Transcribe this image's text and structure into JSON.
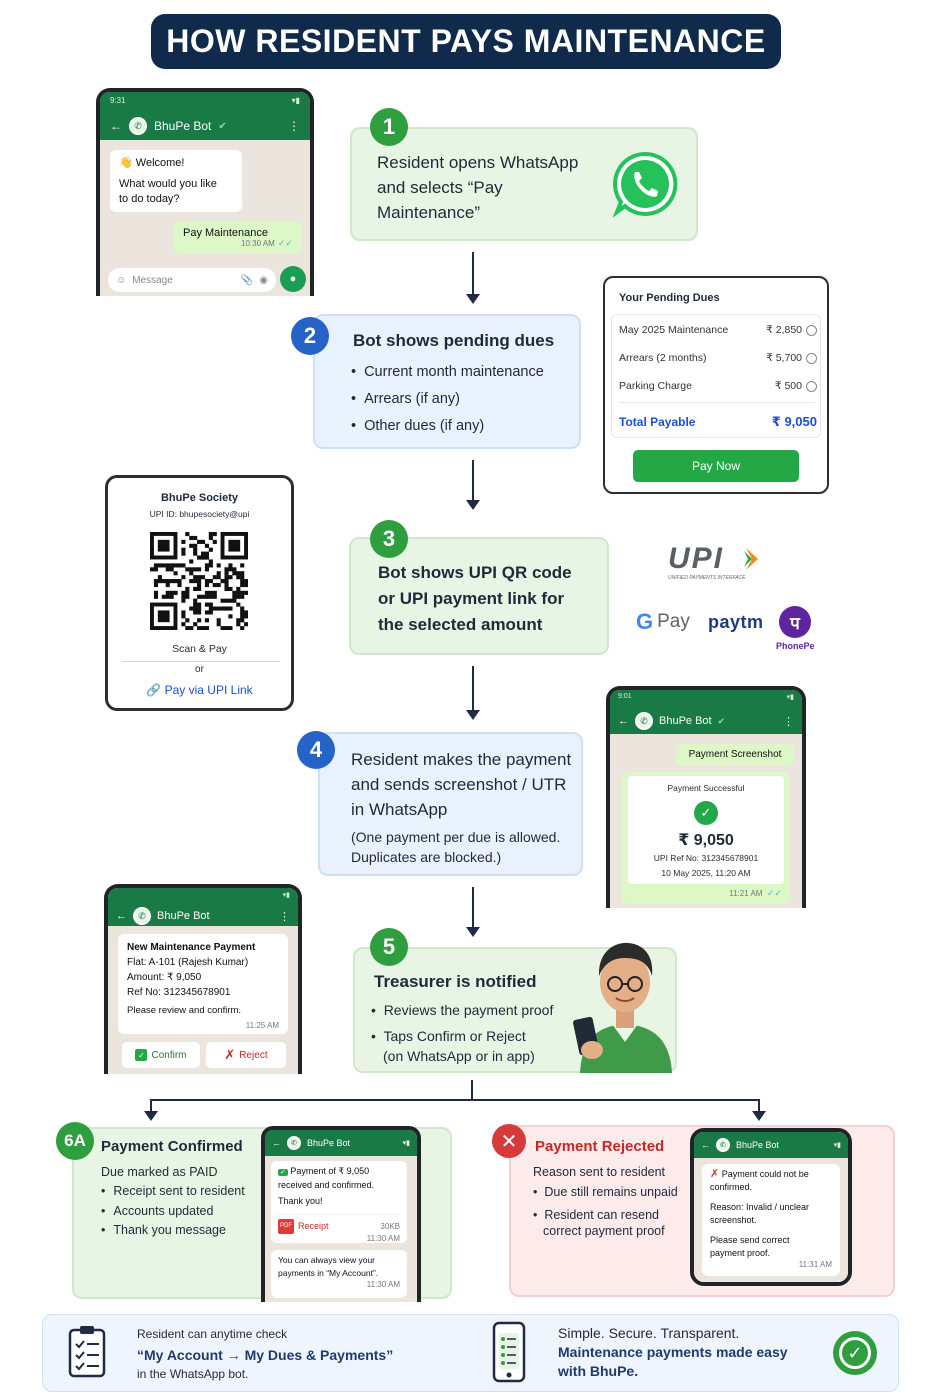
{
  "title": "HOW RESIDENT PAYS MAINTENANCE",
  "step1": {
    "number": "1",
    "line1": "Resident opens WhatsApp",
    "line2": "and selects “Pay",
    "line3": "Maintenance”"
  },
  "phone1": {
    "time": "9:31",
    "bot_name": "BhuPe Bot",
    "greeting": "Welcome!",
    "question_line1": "What would you like",
    "question_line2": "to do today?",
    "reply": "Pay Maintenance",
    "reply_time": "10:30 AM",
    "input_placeholder": "Message"
  },
  "step2": {
    "number": "2",
    "heading": "Bot shows pending dues",
    "items": [
      "Current month maintenance",
      "Arrears (if any)",
      "Other dues (if any)"
    ]
  },
  "dues": {
    "title": "Your Pending Dues",
    "rows": [
      {
        "label": "May 2025 Maintenance",
        "amount": "₹ 2,850"
      },
      {
        "label": "Arrears (2 months)",
        "amount": "₹ 5,700"
      },
      {
        "label": "Parking Charge",
        "amount": "₹ 500"
      }
    ],
    "total_label": "Total Payable",
    "total_amount": "₹ 9,050",
    "pay_button": "Pay Now"
  },
  "qr": {
    "society": "BhuPe Society",
    "upi_id": "UPI ID: bhupesociety@upi",
    "scan": "Scan & Pay",
    "or": "or",
    "link": "Pay via UPI Link"
  },
  "step3": {
    "number": "3",
    "line1": "Bot shows UPI QR code",
    "line2": "or UPI payment link for",
    "line3": "the selected amount"
  },
  "upi_logos": {
    "upi": "UPI",
    "upi_sub": "UNIFIED PAYMENTS INTERFACE",
    "gpay": "Pay",
    "paytm": "paytm",
    "phonepe": "PhonePe"
  },
  "step4": {
    "number": "4",
    "line1": "Resident makes the payment",
    "line2": "and sends screenshot / UTR",
    "line3": "in WhatsApp",
    "note1": "(One payment per due is allowed.",
    "note2": "Duplicates are blocked.)"
  },
  "phone2": {
    "time": "9:01",
    "bot_name": "BhuPe Bot",
    "label": "Payment Screenshot",
    "status": "Payment Successful",
    "amount": "₹ 9,050",
    "ref": "UPI Ref No: 312345678901",
    "date": "10 May 2025, 11:20 AM",
    "msg_time": "11:21 AM"
  },
  "phone3": {
    "bot_name": "BhuPe Bot",
    "heading": "New Maintenance Payment",
    "flat": "Flat: A-101 (Rajesh Kumar)",
    "amount": "Amount: ₹ 9,050",
    "ref": "Ref No: 312345678901",
    "prompt": "Please review and confirm.",
    "time": "11:25 AM",
    "confirm": "Confirm",
    "reject": "Reject"
  },
  "step5": {
    "number": "5",
    "heading": "Treasurer is notified",
    "item1": "Reviews the payment proof",
    "item2a": "Taps Confirm or Reject",
    "item2b": "(on WhatsApp or in app)"
  },
  "step6a": {
    "number": "6A",
    "heading": "Payment Confirmed",
    "sub": "Due marked as PAID",
    "items": [
      "Receipt sent to resident",
      "Accounts updated",
      "Thank you message"
    ]
  },
  "phone4": {
    "bot_name": "BhuPe Bot",
    "msg_line1": "Payment of ₹ 9,050",
    "msg_line2": "received and confirmed.",
    "msg_line3": "Thank you!",
    "receipt": "Receipt",
    "receipt_size": "30KB",
    "time1": "11:30 AM",
    "note_line1": "You can always view your",
    "note_line2": "payments in “My Account”.",
    "time2": "11:30 AM"
  },
  "step6b": {
    "heading": "Payment Rejected",
    "sub": "Reason sent to resident",
    "item1": "Due still remains unpaid",
    "item2a": "Resident can resend",
    "item2b": "correct payment proof"
  },
  "phone5": {
    "bot_name": "BhuPe Bot",
    "line1": "Payment could not be",
    "line2": "confirmed.",
    "reason1": "Reason: Invalid / unclear",
    "reason2": "screenshot.",
    "ask1": "Please send correct",
    "ask2": "payment proof.",
    "time": "11:31 AM"
  },
  "footer": {
    "left_line1": "Resident can anytime check",
    "left_line2": "“My Account → My Dues & Payments”",
    "left_line3": "in the WhatsApp bot.",
    "right_line1": "Simple. Secure. Transparent.",
    "right_line2": "Maintenance payments made easy",
    "right_line3": "with BhuPe."
  },
  "colors": {
    "navy": "#0f2a4a",
    "whatsapp_green": "#1a7a45",
    "success_green": "#2e9e3e",
    "step_blue": "#2563c9",
    "reject_red": "#d63a3a"
  }
}
